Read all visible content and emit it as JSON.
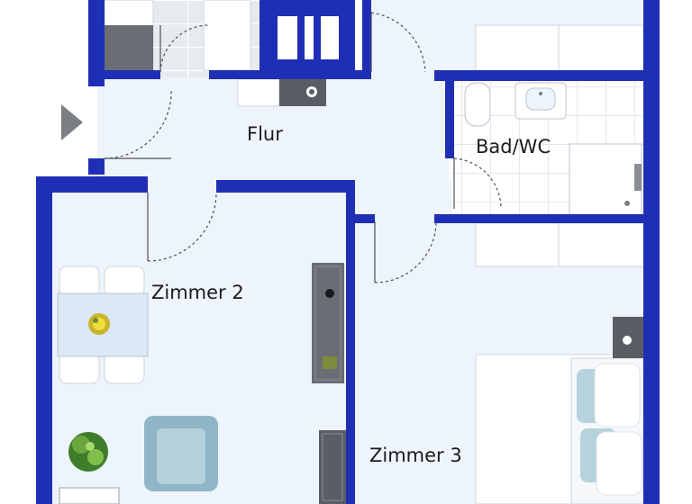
{
  "labels": {
    "hallway": "Flur",
    "bathroom": "Bad/WC",
    "room2": "Zimmer 2",
    "room3": "Zimmer 3"
  },
  "colors": {
    "wall": "#1f2fb5",
    "floor": "#eef4fb",
    "furniture": "#ffffff",
    "furniture_edge": "#cdd6e0",
    "tile_line": "#c8d3de",
    "cabinet_dark": "#6a6e74",
    "entry_arrow": "#7b7f84",
    "door_arc": "#4b4f57",
    "armchair": "#9cc0cf",
    "pillow": "#b6d2dd"
  },
  "icons": {
    "entry": "entry-arrow-icon",
    "plant": "plant-icon",
    "fruit_bowl": "fruit-bowl-icon"
  }
}
